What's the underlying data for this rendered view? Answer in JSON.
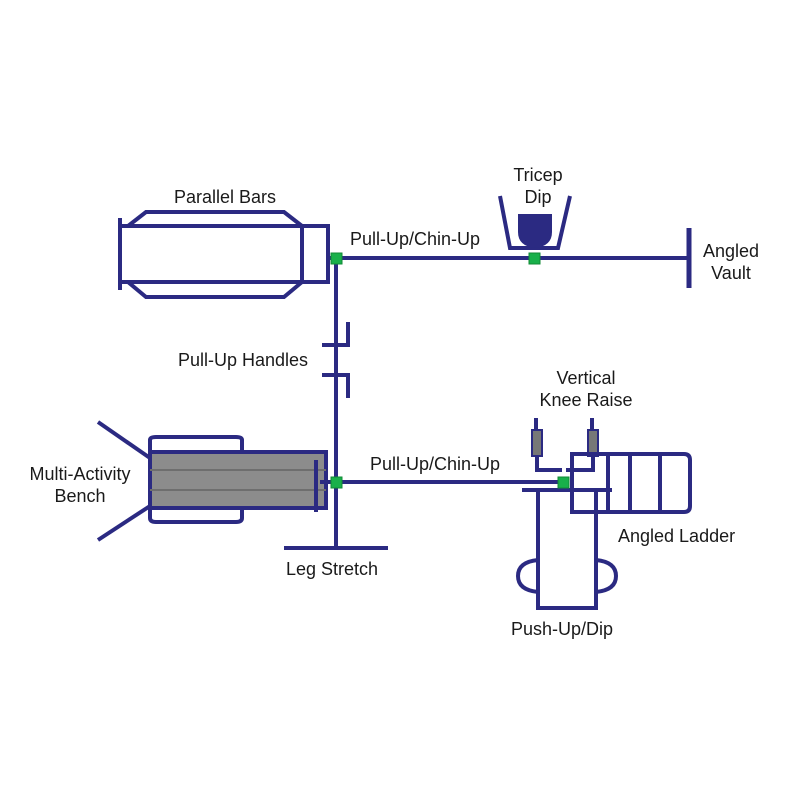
{
  "labels": {
    "parallel_bars": "Parallel Bars",
    "tricep_dip": "Tricep\nDip",
    "pull_up_top": "Pull-Up/Chin-Up",
    "angled_vault": "Angled\nVault",
    "pull_up_handles": "Pull-Up Handles",
    "vertical_knee_raise": "Vertical\nKnee Raise",
    "multi_activity_bench": "Multi-Activity\nBench",
    "pull_up_bottom": "Pull-Up/Chin-Up",
    "angled_ladder": "Angled Ladder",
    "leg_stretch": "Leg Stretch",
    "push_up_dip": "Push-Up/Dip"
  },
  "colors": {
    "frame": "#2b2a82",
    "joint": "#19b04a",
    "bench_pad": "#8c8c8c",
    "dip_cup": "#2b2a82"
  }
}
